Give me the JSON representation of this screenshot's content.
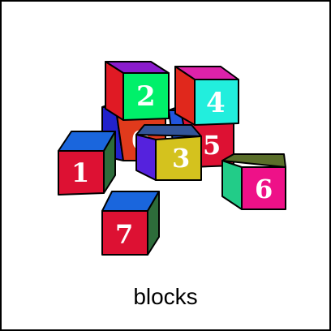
{
  "caption": "blocks",
  "blocks": [
    {
      "label": "0",
      "colors": {
        "front": "#e03a1c",
        "side": "#2222cc",
        "top": "#1c62d8"
      }
    },
    {
      "label": "5",
      "colors": {
        "front": "#dd1133",
        "side": "#2255dd",
        "top": "#3355cc"
      }
    },
    {
      "label": "2",
      "colors": {
        "front": "#00f06a",
        "side": "#e01a24",
        "top": "#8a1ccc"
      }
    },
    {
      "label": "4",
      "colors": {
        "front": "#22eedd",
        "side": "#e0281c",
        "top": "#dd22aa"
      }
    },
    {
      "label": "1",
      "colors": {
        "front": "#dd1133",
        "side": "#2d6c3a",
        "top": "#1a66dd"
      }
    },
    {
      "label": "3",
      "colors": {
        "front": "#d4c21e",
        "side": "#5522dd",
        "top": "#335599"
      }
    },
    {
      "label": "6",
      "colors": {
        "front": "#ee1188",
        "side": "#22cc88",
        "top": "#5a6e2a"
      }
    },
    {
      "label": "7",
      "colors": {
        "front": "#dd1133",
        "side": "#2d6c3a",
        "top": "#1a66dd"
      }
    }
  ]
}
